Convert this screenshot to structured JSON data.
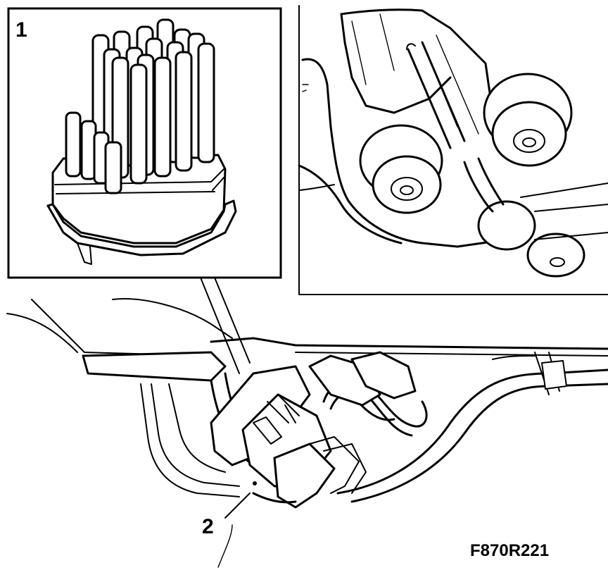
{
  "callouts": {
    "inset_number": "1",
    "component_number": "2"
  },
  "figure_code": "F870R221",
  "colors": {
    "line": "#000000",
    "background": "#ffffff"
  }
}
